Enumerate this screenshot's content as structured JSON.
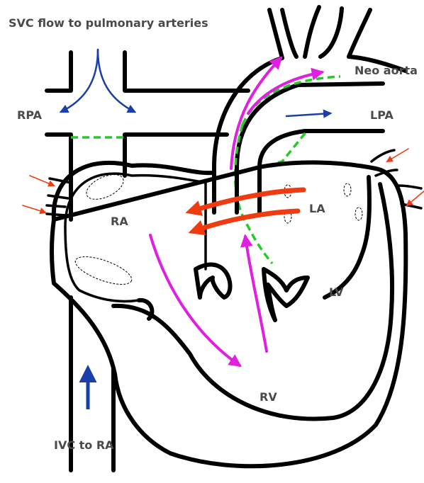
{
  "labels": {
    "svc": "SVC flow to pulmonary arteries",
    "neo_aorta": "Neo aorta",
    "rpa": "RPA",
    "lpa": "LPA",
    "ra": "RA",
    "la": "LA",
    "lv": "LV",
    "rv": "RV",
    "ivc": "IVC to RA"
  },
  "colors": {
    "outline": "#000000",
    "oxygen_path": "#e020e0",
    "baffle_dashed": "#22cc22",
    "venous_flow": "#1a3fa8",
    "pulmonary_venous": "#f03a10",
    "label_text": "#4a4a4a"
  }
}
